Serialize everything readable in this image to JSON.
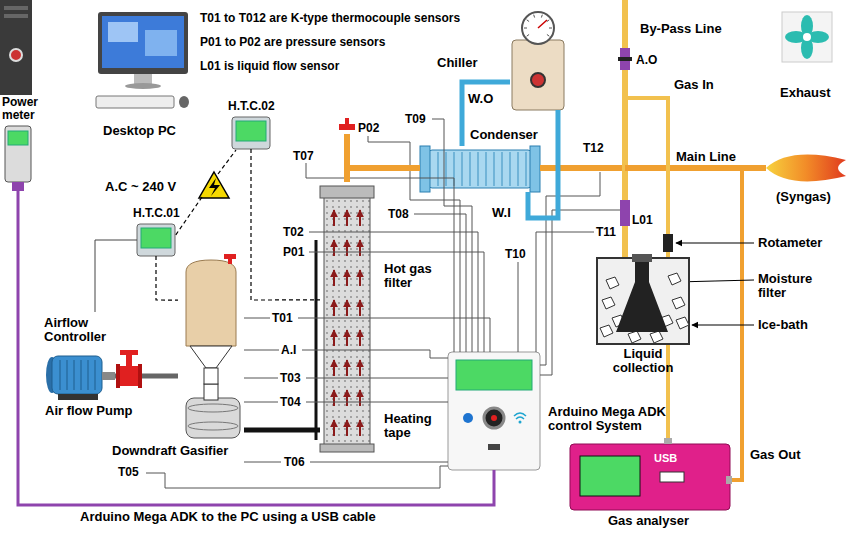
{
  "diagram": {
    "nodes": [
      {
        "text": [
          "Desktop PC"
        ]
      },
      {
        "text": [
          "Power meter"
        ]
      },
      {
        "text": [
          "H.T.C.02"
        ]
      },
      {
        "text": [
          "H.T.C.01"
        ]
      },
      {
        "text": [
          "Chiller"
        ]
      },
      {
        "text": [
          "Condenser"
        ]
      },
      {
        "text": [
          "Hot gas filter"
        ]
      },
      {
        "text": [
          "Downdraft Gasifier"
        ]
      },
      {
        "text": [
          "Air flow Pump"
        ]
      },
      {
        "text": [
          "Arduino Mega ADK control System"
        ]
      },
      {
        "text": [
          "Liquid collection"
        ]
      },
      {
        "text": [
          "USB",
          "Gas analyser"
        ]
      },
      {
        "text": [
          "Exhaust"
        ]
      }
    ],
    "edges": [
      {
        "from": 1,
        "to": 9,
        "arrow": "none",
        "label": "Arduino Mega ADK to the PC using a USB cable"
      },
      {
        "from": 3,
        "to": 7,
        "arrow": "none"
      },
      {
        "from": 2,
        "to": 6,
        "arrow": "none"
      },
      {
        "from": 8,
        "to": 7,
        "arrow": "none"
      },
      {
        "from": 7,
        "to": 6,
        "arrow": "none"
      },
      {
        "from": 6,
        "to": 5,
        "arrow": "none"
      },
      {
        "from": 4,
        "to": 5,
        "arrow": "none",
        "label": "W.O"
      },
      {
        "from": 5,
        "to": 4,
        "arrow": "none",
        "label": "W.I"
      }
    ],
    "labels": [
      "T01 to T012 are K-type thermocouple sensors",
      "P01 to P02 are pressure sensors",
      "L01 is liquid flow sensor",
      "A.C ~ 240 V",
      "Airflow Controller",
      "Heating tape",
      "By-Pass Line",
      "A.O",
      "Gas In",
      "Main Line",
      "(Syngas)",
      "Rotameter",
      "Moisture filter",
      "Ice-bath",
      "Gas Out",
      "T07",
      "P02",
      "T08",
      "T09",
      "T10",
      "T11",
      "T12",
      "L01",
      "T02",
      "P01",
      "T01",
      "A.I",
      "T03",
      "T04",
      "T05",
      "T06"
    ]
  }
}
